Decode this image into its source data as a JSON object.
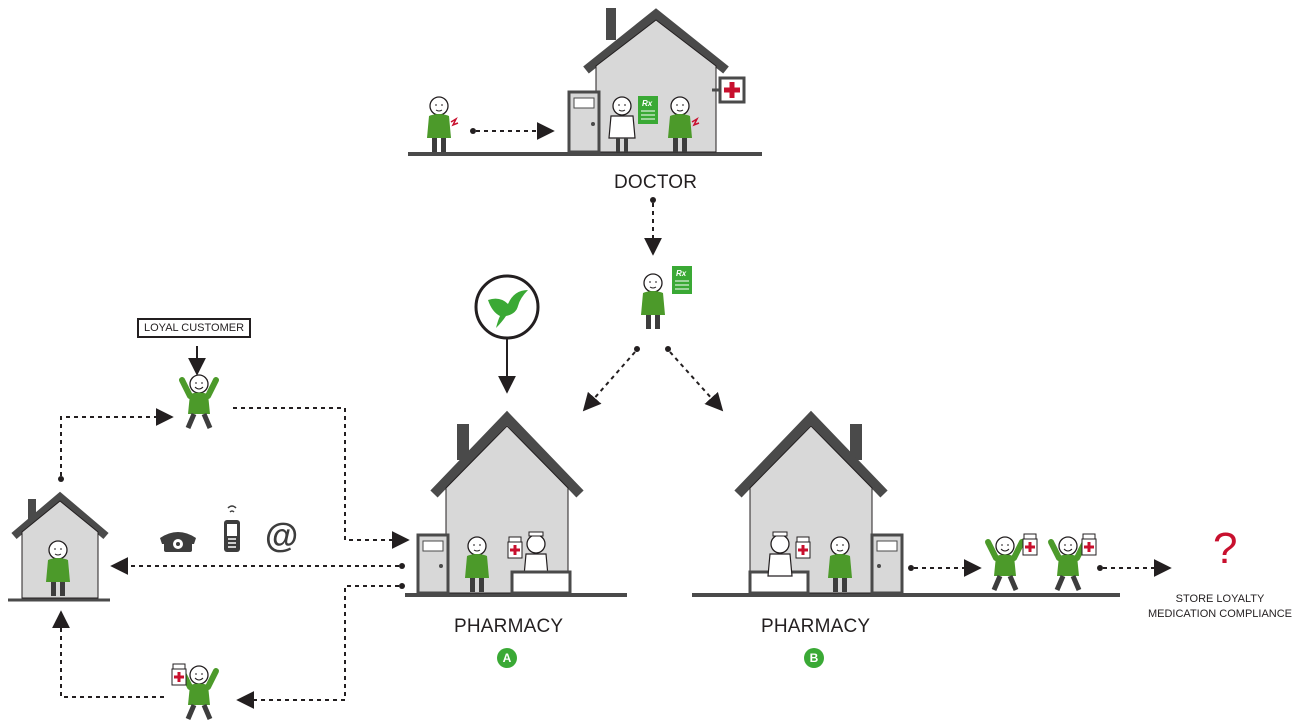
{
  "labels": {
    "doctor": "DOCTOR",
    "pharmacy_a": "PHARMACY",
    "pharmacy_b": "PHARMACY",
    "badge_a": "A",
    "badge_b": "B",
    "loyal_customer": "LOYAL CUSTOMER",
    "outcome_line1": "STORE LOYALTY",
    "outcome_line2": "MEDICATION COMPLIANCE",
    "question_mark": "?",
    "rx": "Rx",
    "email_symbol": "@"
  },
  "icons": [
    "phone-icon",
    "mobile-phone-icon",
    "email-icon",
    "hummingbird-logo-icon",
    "medical-cross-icon",
    "prescription-icon",
    "medicine-bottle-icon"
  ],
  "colors": {
    "figure_green": "#4c9a2a",
    "accent_green": "#3aa935",
    "house_fill": "#d8d8d8",
    "roof": "#4a4a4a",
    "cross_red": "#c8102e",
    "question_red": "#c8102e"
  }
}
